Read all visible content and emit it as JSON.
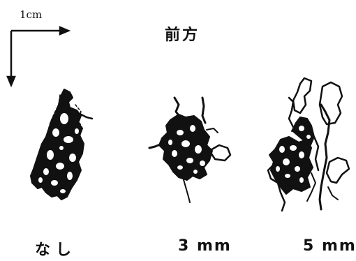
{
  "scale_label": "1cm",
  "heading": "前方",
  "conditions": [
    "なし",
    "3 mm",
    "5 mm"
  ],
  "ink_color": "#111111"
}
